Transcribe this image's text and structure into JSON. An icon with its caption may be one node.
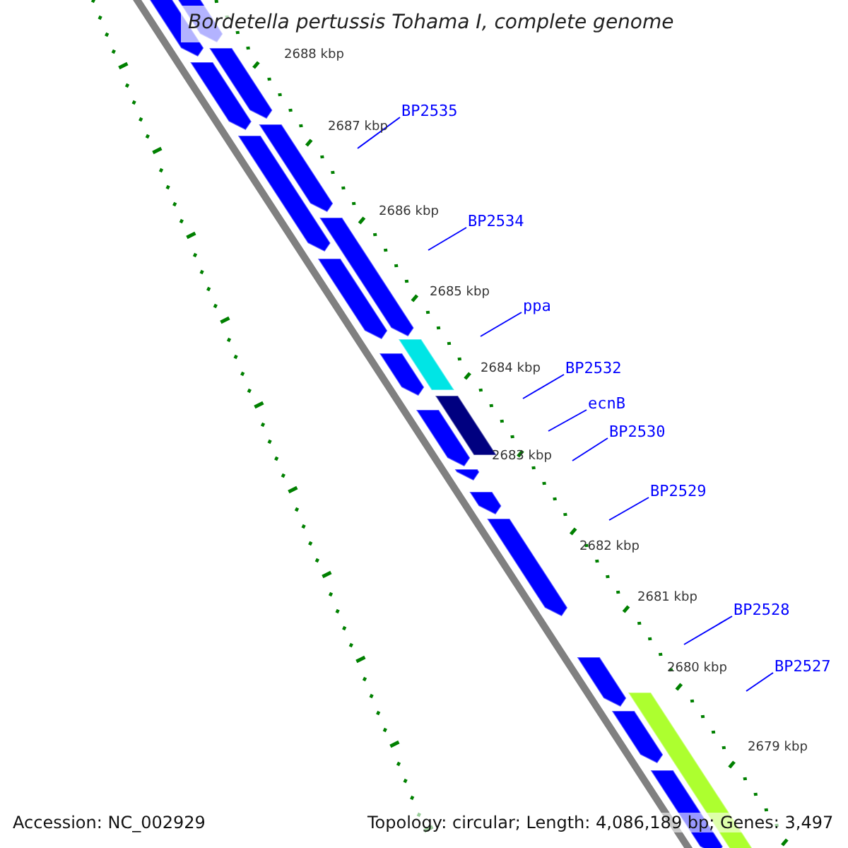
{
  "diagram": {
    "title": "Bordetella pertussis Tohama I, complete genome",
    "nodes": [
      {
        "text": [
          "BP2535"
        ]
      },
      {
        "text": [
          "BP2534"
        ]
      },
      {
        "text": [
          "ppa"
        ]
      },
      {
        "text": [
          "BP2532"
        ]
      },
      {
        "text": [
          "ecnB"
        ]
      },
      {
        "text": [
          "BP2530"
        ]
      },
      {
        "text": [
          "BP2529"
        ]
      },
      {
        "text": [
          "BP2528"
        ]
      },
      {
        "text": [
          "BP2527"
        ]
      }
    ],
    "edges": [
      {
        "from": 0,
        "to": null,
        "arrow": "none"
      },
      {
        "from": 1,
        "to": null,
        "arrow": "none"
      },
      {
        "from": 2,
        "to": null,
        "arrow": "none"
      },
      {
        "from": 3,
        "to": null,
        "arrow": "none"
      },
      {
        "from": 4,
        "to": null,
        "arrow": "none"
      },
      {
        "from": 5,
        "to": null,
        "arrow": "none"
      },
      {
        "from": 6,
        "to": null,
        "arrow": "none"
      },
      {
        "from": 7,
        "to": null,
        "arrow": "none"
      },
      {
        "from": 8,
        "to": null,
        "arrow": "none"
      }
    ],
    "labels": [
      "2688 kbp",
      "2687 kbp",
      "2686 kbp",
      "2685 kbp",
      "2684 kbp",
      "2683 kbp",
      "2682 kbp",
      "2681 kbp",
      "2680 kbp",
      "2679 kbp",
      "Accession: NC_002929",
      "Topology: circular; Length: 4,086,189 bp; Genes: 3,497"
    ]
  }
}
